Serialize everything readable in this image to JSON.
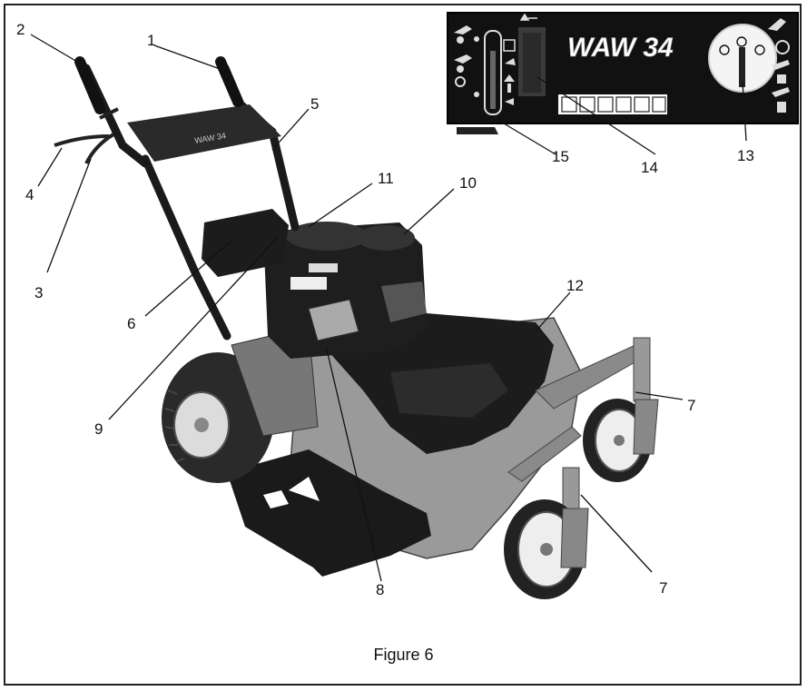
{
  "figure": {
    "caption": "Figure 6",
    "callouts": [
      "1",
      "2",
      "3",
      "4",
      "5",
      "6",
      "7",
      "7",
      "8",
      "9",
      "10",
      "11",
      "12",
      "13",
      "14",
      "15"
    ]
  },
  "control_panel": {
    "model_text": "WAW 34",
    "background_color": "#111111"
  },
  "mower": {
    "handle_text": "WAW 34",
    "deck_color": "#8a8a8a",
    "tire_color": "#2a2a2a",
    "shroud_color": "#1a1a1a"
  }
}
